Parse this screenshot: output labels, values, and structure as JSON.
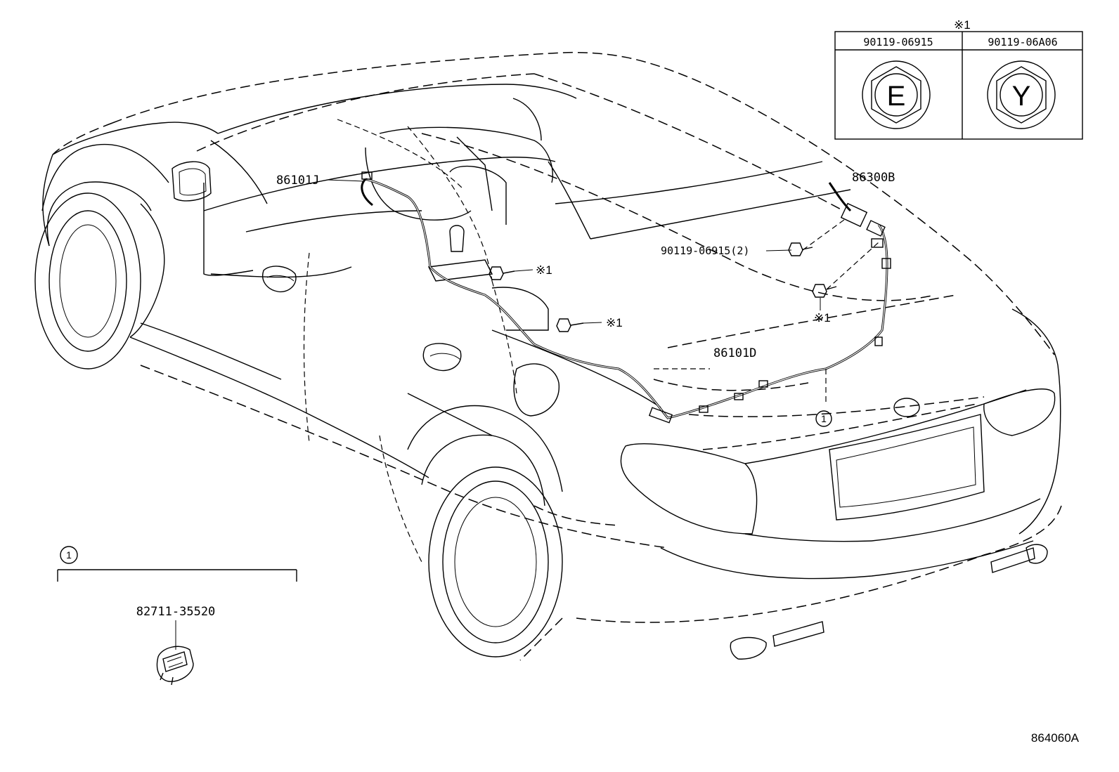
{
  "legend_table": {
    "note_mark": "※1",
    "columns": [
      {
        "part_number": "90119-06915",
        "head_letter": "E"
      },
      {
        "part_number": "90119-06A06",
        "head_letter": "Y"
      }
    ]
  },
  "callouts": {
    "wire_front": "86101J",
    "wire_rear": "86101D",
    "antenna": "86300B",
    "bolt": "90119-06915(2)",
    "note_1": "※1",
    "note_2": "※1",
    "note_3": "※1",
    "clamp_ref": "1"
  },
  "detail_box": {
    "ref": "1",
    "part_number": "82711-35520"
  },
  "illustration_id": "864060A"
}
